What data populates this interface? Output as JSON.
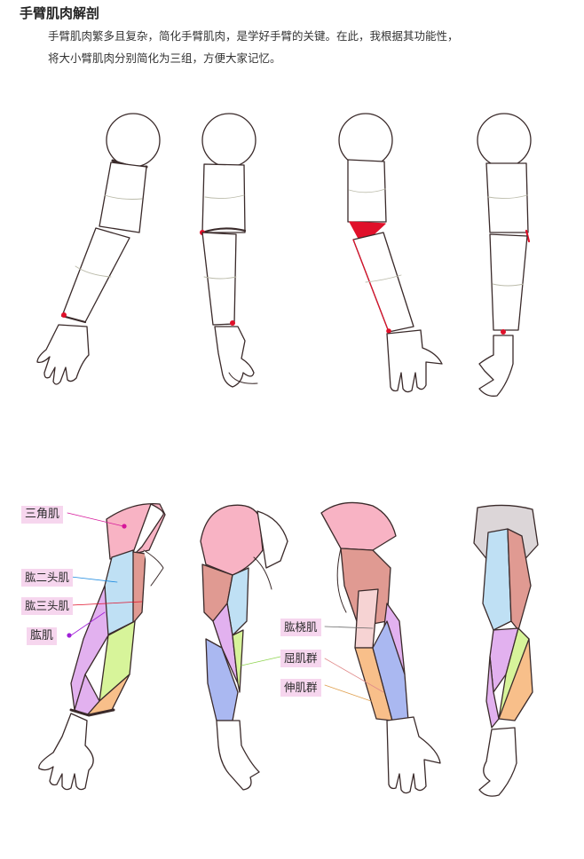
{
  "page": {
    "title": "手臂肌肉解剖",
    "intro_line1": "手臂肌肉繁多且复杂，简化手臂肌肉，是学好手臂的关键。在此，我根据其功能性，",
    "intro_line2": "将大小臂肌肉分别简化为三组，方便大家记忆。"
  },
  "labels": {
    "deltoid": "三角肌",
    "biceps": "肱二头肌",
    "triceps": "肱三头肌",
    "brachialis": "肱肌",
    "brachioradialis": "肱桡肌",
    "flexors": "屈肌群",
    "extensors": "伸肌群"
  },
  "colors": {
    "deltoid": "#f8b3c4",
    "biceps": "#bfe0f4",
    "triceps": "#e09a92",
    "brachialis": "#e2b1ef",
    "brachioradialis": "#f6d3d3",
    "flexors": "#d7f49a",
    "extensors": "#aab8f1",
    "orange": "#f8bf8a",
    "marker_red": "#e0102a",
    "marker_blue": "#1f8be0",
    "marker_pink": "#d6179a",
    "marker_purple": "#a020d8",
    "tag_bg": "#f6d6ee"
  }
}
